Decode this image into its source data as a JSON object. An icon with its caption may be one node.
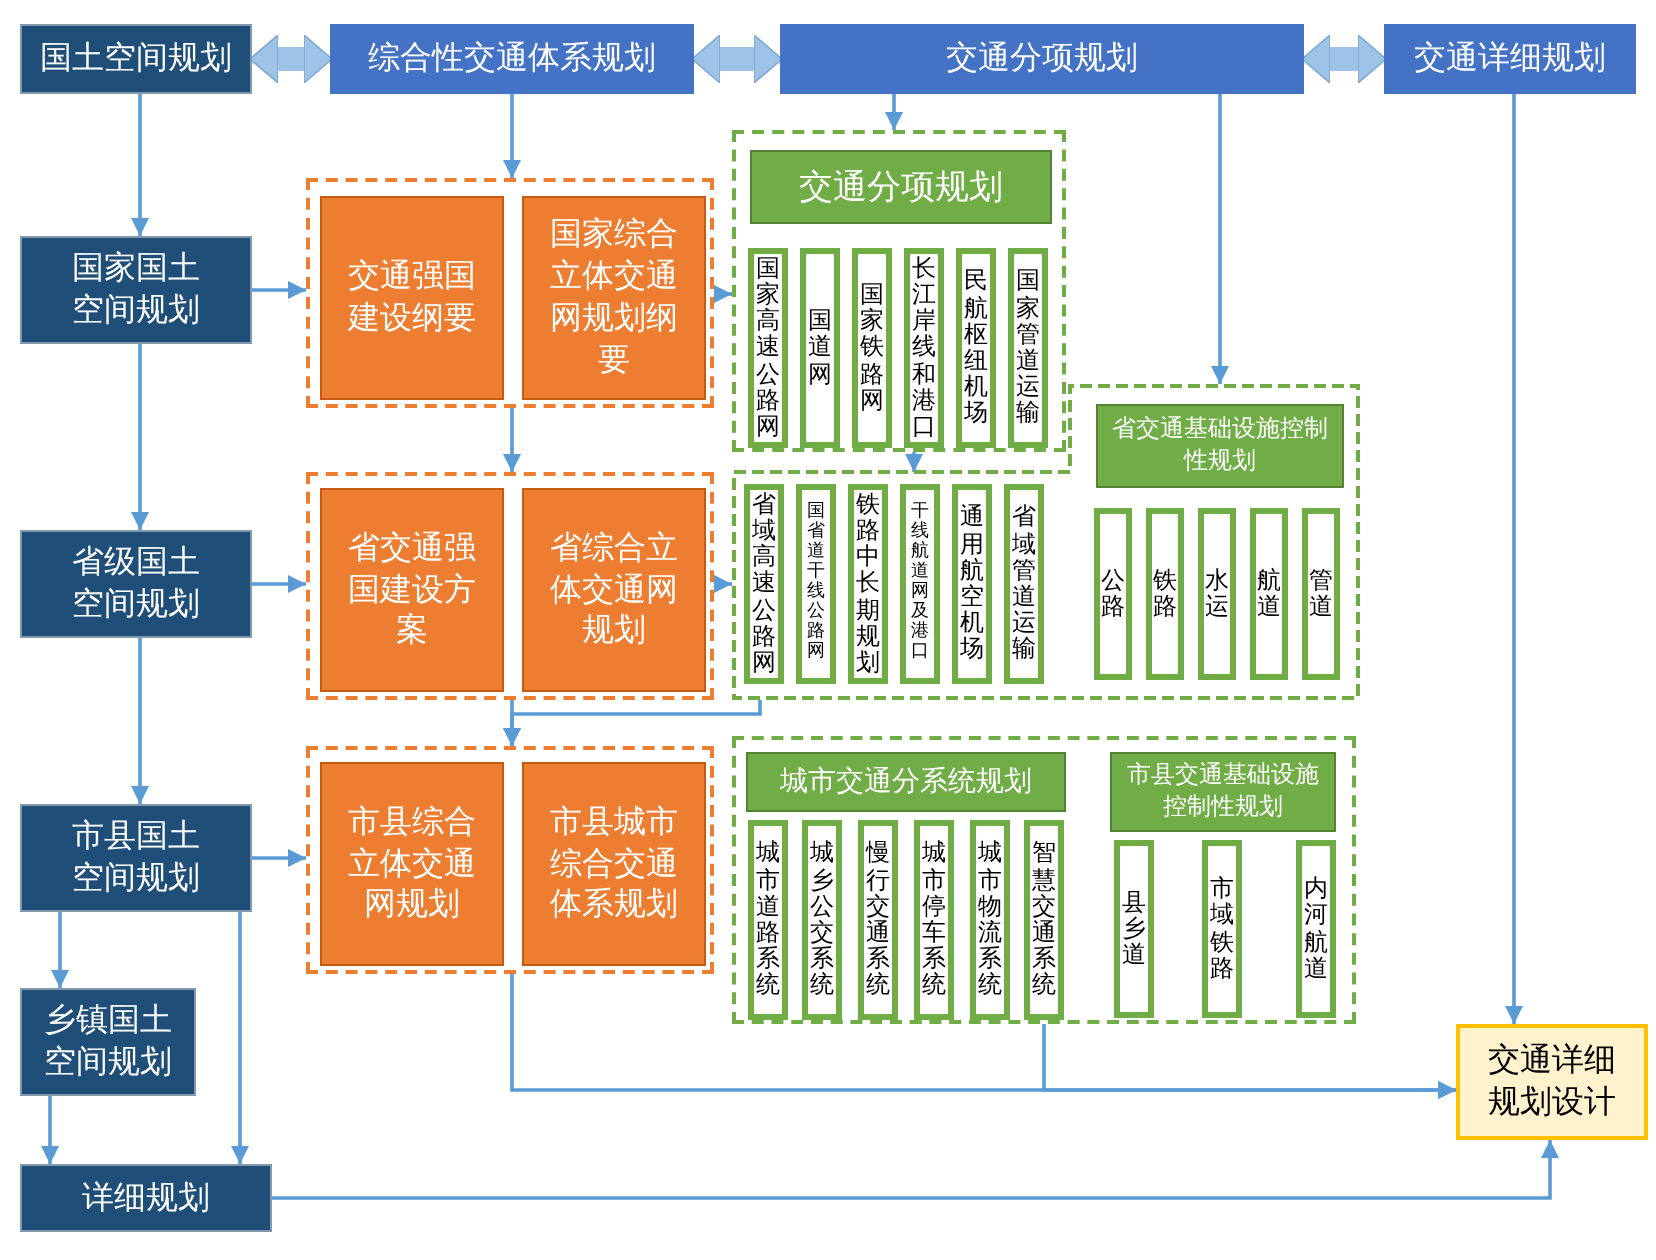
{
  "diagram": {
    "nodes": [
      {
        "text": [
          "国土空间规划"
        ]
      },
      {
        "text": [
          "综合性交通体系规划"
        ]
      },
      {
        "text": [
          "交通分项规划"
        ]
      },
      {
        "text": [
          "交通详细规划"
        ]
      },
      {
        "text": [
          "国家国土空间规划"
        ]
      },
      {
        "text": [
          "省级国土空间规划"
        ]
      },
      {
        "text": [
          "市县国土空间规划"
        ]
      },
      {
        "text": [
          "乡镇国土空间规划"
        ]
      },
      {
        "text": [
          "详细规划"
        ]
      },
      {
        "text": [],
        "shape": "box"
      },
      {
        "text": [
          "交通强国建设纲要"
        ],
        "in": 9
      },
      {
        "text": [
          "国家综合立体交通网规划纲要"
        ],
        "in": 9
      },
      {
        "text": [],
        "shape": "box"
      },
      {
        "text": [
          "省交通强国建设方案"
        ],
        "in": 12
      },
      {
        "text": [
          "省综合立体交通网规划"
        ],
        "in": 12
      },
      {
        "text": [],
        "shape": "box"
      },
      {
        "text": [
          "市县综合立体交通网规划"
        ],
        "in": 15
      },
      {
        "text": [
          "市县城市综合交通体系规划"
        ],
        "in": 15
      },
      {
        "text": [],
        "shape": "box"
      },
      {
        "text": [
          "交通分项规划"
        ],
        "in": 18
      },
      {
        "text": [
          "国家高速公路网"
        ],
        "in": 18
      },
      {
        "text": [
          "国道网"
        ],
        "in": 18
      },
      {
        "text": [
          "国家铁路网"
        ],
        "in": 18
      },
      {
        "text": [
          "长江岸线和港口"
        ],
        "in": 18
      },
      {
        "text": [
          "民航枢纽机场"
        ],
        "in": 18
      },
      {
        "text": [
          "国家管道运输"
        ],
        "in": 18
      },
      {
        "text": [],
        "shape": "box"
      },
      {
        "text": [
          "省域高速公路网"
        ],
        "in": 26
      },
      {
        "text": [
          "国省道干线公路网"
        ],
        "in": 26
      },
      {
        "text": [
          "铁路中长期规划"
        ],
        "in": 26
      },
      {
        "text": [
          "干线航道网及港口"
        ],
        "in": 26
      },
      {
        "text": [
          "通用航空机场"
        ],
        "in": 26
      },
      {
        "text": [
          "省域管道运输"
        ],
        "in": 26
      },
      {
        "text": [
          "省交通基础设施控制性规划"
        ],
        "in": 26
      },
      {
        "text": [
          "公路"
        ],
        "in": 26
      },
      {
        "text": [
          "铁路"
        ],
        "in": 26
      },
      {
        "text": [
          "水运"
        ],
        "in": 26
      },
      {
        "text": [
          "航道"
        ],
        "in": 26
      },
      {
        "text": [
          "管道"
        ],
        "in": 26
      },
      {
        "text": [],
        "shape": "box"
      },
      {
        "text": [
          "城市交通分系统规划"
        ],
        "in": 39
      },
      {
        "text": [
          "城市道路系统"
        ],
        "in": 39
      },
      {
        "text": [
          "城乡公交系统"
        ],
        "in": 39
      },
      {
        "text": [
          "慢行交通系统"
        ],
        "in": 39
      },
      {
        "text": [
          "城市停车系统"
        ],
        "in": 39
      },
      {
        "text": [
          "城市物流系统"
        ],
        "in": 39
      },
      {
        "text": [
          "智慧交通系统"
        ],
        "in": 39
      },
      {
        "text": [
          "市县交通基础设施控制性规划"
        ],
        "in": 39
      },
      {
        "text": [
          "县乡道"
        ],
        "in": 39
      },
      {
        "text": [
          "市域铁路"
        ],
        "in": 39
      },
      {
        "text": [
          "内河航道"
        ],
        "in": 39
      },
      {
        "text": [
          "交通详细规划设计"
        ]
      }
    ],
    "edges": [
      {
        "from": 0,
        "to": 1,
        "arrow": "both",
        "style": "thick",
        "color": "#9dc3e6"
      },
      {
        "from": 1,
        "to": 2,
        "arrow": "both",
        "style": "thick",
        "color": "#9dc3e6"
      },
      {
        "from": 2,
        "to": 3,
        "arrow": "both",
        "style": "thick",
        "color": "#9dc3e6"
      },
      {
        "from": 0,
        "to": 4,
        "arrow": "to"
      },
      {
        "from": 4,
        "to": 5,
        "arrow": "to"
      },
      {
        "from": 5,
        "to": 6,
        "arrow": "to"
      },
      {
        "from": 6,
        "to": 7,
        "arrow": "to"
      },
      {
        "from": 7,
        "to": 8,
        "arrow": "to"
      },
      {
        "from": 6,
        "to": 8,
        "arrow": "to"
      },
      {
        "from": 1,
        "to": 9,
        "arrow": "to"
      },
      {
        "from": 2,
        "to": 18,
        "arrow": "to"
      },
      {
        "from": 2,
        "to": 26,
        "arrow": "to"
      },
      {
        "from": 3,
        "to": 51,
        "arrow": "to"
      },
      {
        "from": 4,
        "to": 9,
        "arrow": "to"
      },
      {
        "from": 5,
        "to": 12,
        "arrow": "to"
      },
      {
        "from": 6,
        "to": 15,
        "arrow": "to"
      },
      {
        "from": 9,
        "to": 12,
        "arrow": "to"
      },
      {
        "from": 9,
        "to": 18,
        "arrow": "to"
      },
      {
        "from": 18,
        "to": 26,
        "arrow": "to"
      },
      {
        "from": 12,
        "to": 26,
        "arrow": "to"
      },
      {
        "from": 12,
        "to": 15,
        "arrow": "to"
      },
      {
        "from": 26,
        "to": 15,
        "arrow": "to"
      },
      {
        "from": 15,
        "to": 51,
        "arrow": "to"
      },
      {
        "from": 39,
        "to": 51,
        "arrow": "to"
      },
      {
        "from": 8,
        "to": 51,
        "arrow": "to"
      }
    ]
  }
}
